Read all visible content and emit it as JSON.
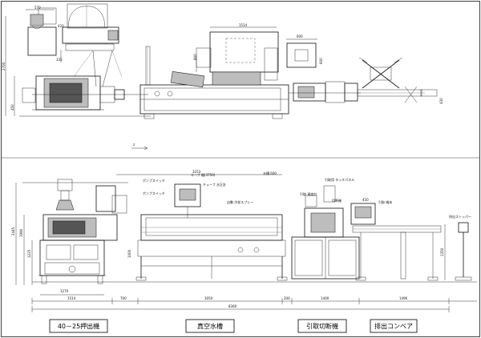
{
  "plan": {
    "dim_left_total": "2700",
    "dim_left_lower": "450",
    "dim_top_1": "570",
    "dim_side_1": "420",
    "dim_side_2": "335",
    "dim_top_tank": "1514",
    "dim_side_tank": "800",
    "dim_top_cutter": "600",
    "dim_side_cutter": "600",
    "dim_side_conv": "430",
    "direction_label": "z"
  },
  "elevation": {
    "dim_tank_length": "3253",
    "dim_height_total": "2445",
    "dim_height_mid": "1990",
    "dim_height_low": "1225",
    "dim_extruder_width": "1270",
    "tank_note_1": "ポンプスイッチ",
    "tank_note_2": "キーブ 幅(3750)",
    "tank_note_3": "水槽 600",
    "tank_note_pump": "ポンプスイッチ",
    "tank_note_valve": "チューブ 水圧計",
    "tank_note_spray": "自動 冷却スプレー",
    "dim_tank_height": "1000",
    "cutter_note_1": "引取 速度計",
    "cutter_note_2": "引取用 タッチパネル",
    "cutter_note_3": "切断機",
    "dim_cutter_panel": "450",
    "cutter_note_4": "引取 端末",
    "dim_conv_height": "1350",
    "stand_note": "排出ストッパー",
    "dim_seg_1": "1514",
    "dim_seg_2": "700",
    "dim_seg_3": "3050",
    "dim_seg_4": "200",
    "dim_seg_5": "1400",
    "dim_seg_6": "1496",
    "dim_overall": "8360"
  },
  "labels": {
    "extruder": "40－25押出機",
    "tank": "真空水槽",
    "cutter": "引取切断機",
    "conveyor": "排出コンベア"
  }
}
